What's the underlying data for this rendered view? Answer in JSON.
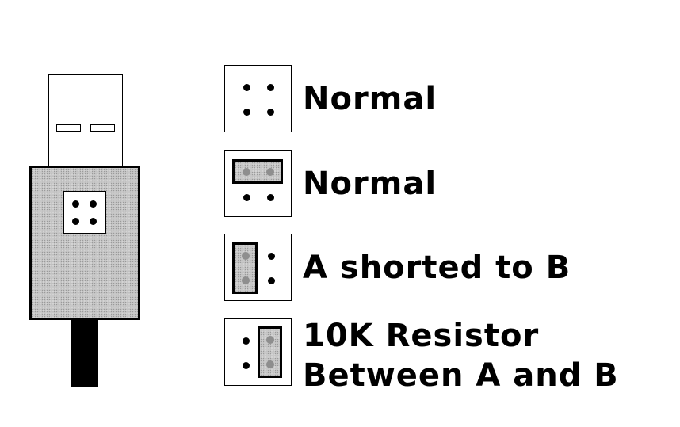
{
  "legend": [
    {
      "jumper": "none",
      "lines": [
        "Normal"
      ]
    },
    {
      "jumper": "top-row",
      "lines": [
        "Normal"
      ]
    },
    {
      "jumper": "left-column",
      "lines": [
        "A shorted to B"
      ]
    },
    {
      "jumper": "right-column",
      "lines": [
        "10K Resistor",
        "Between A and B"
      ]
    }
  ],
  "colors": {
    "fill": "#c8c8c8",
    "outline": "#000000",
    "background": "#ffffff"
  }
}
